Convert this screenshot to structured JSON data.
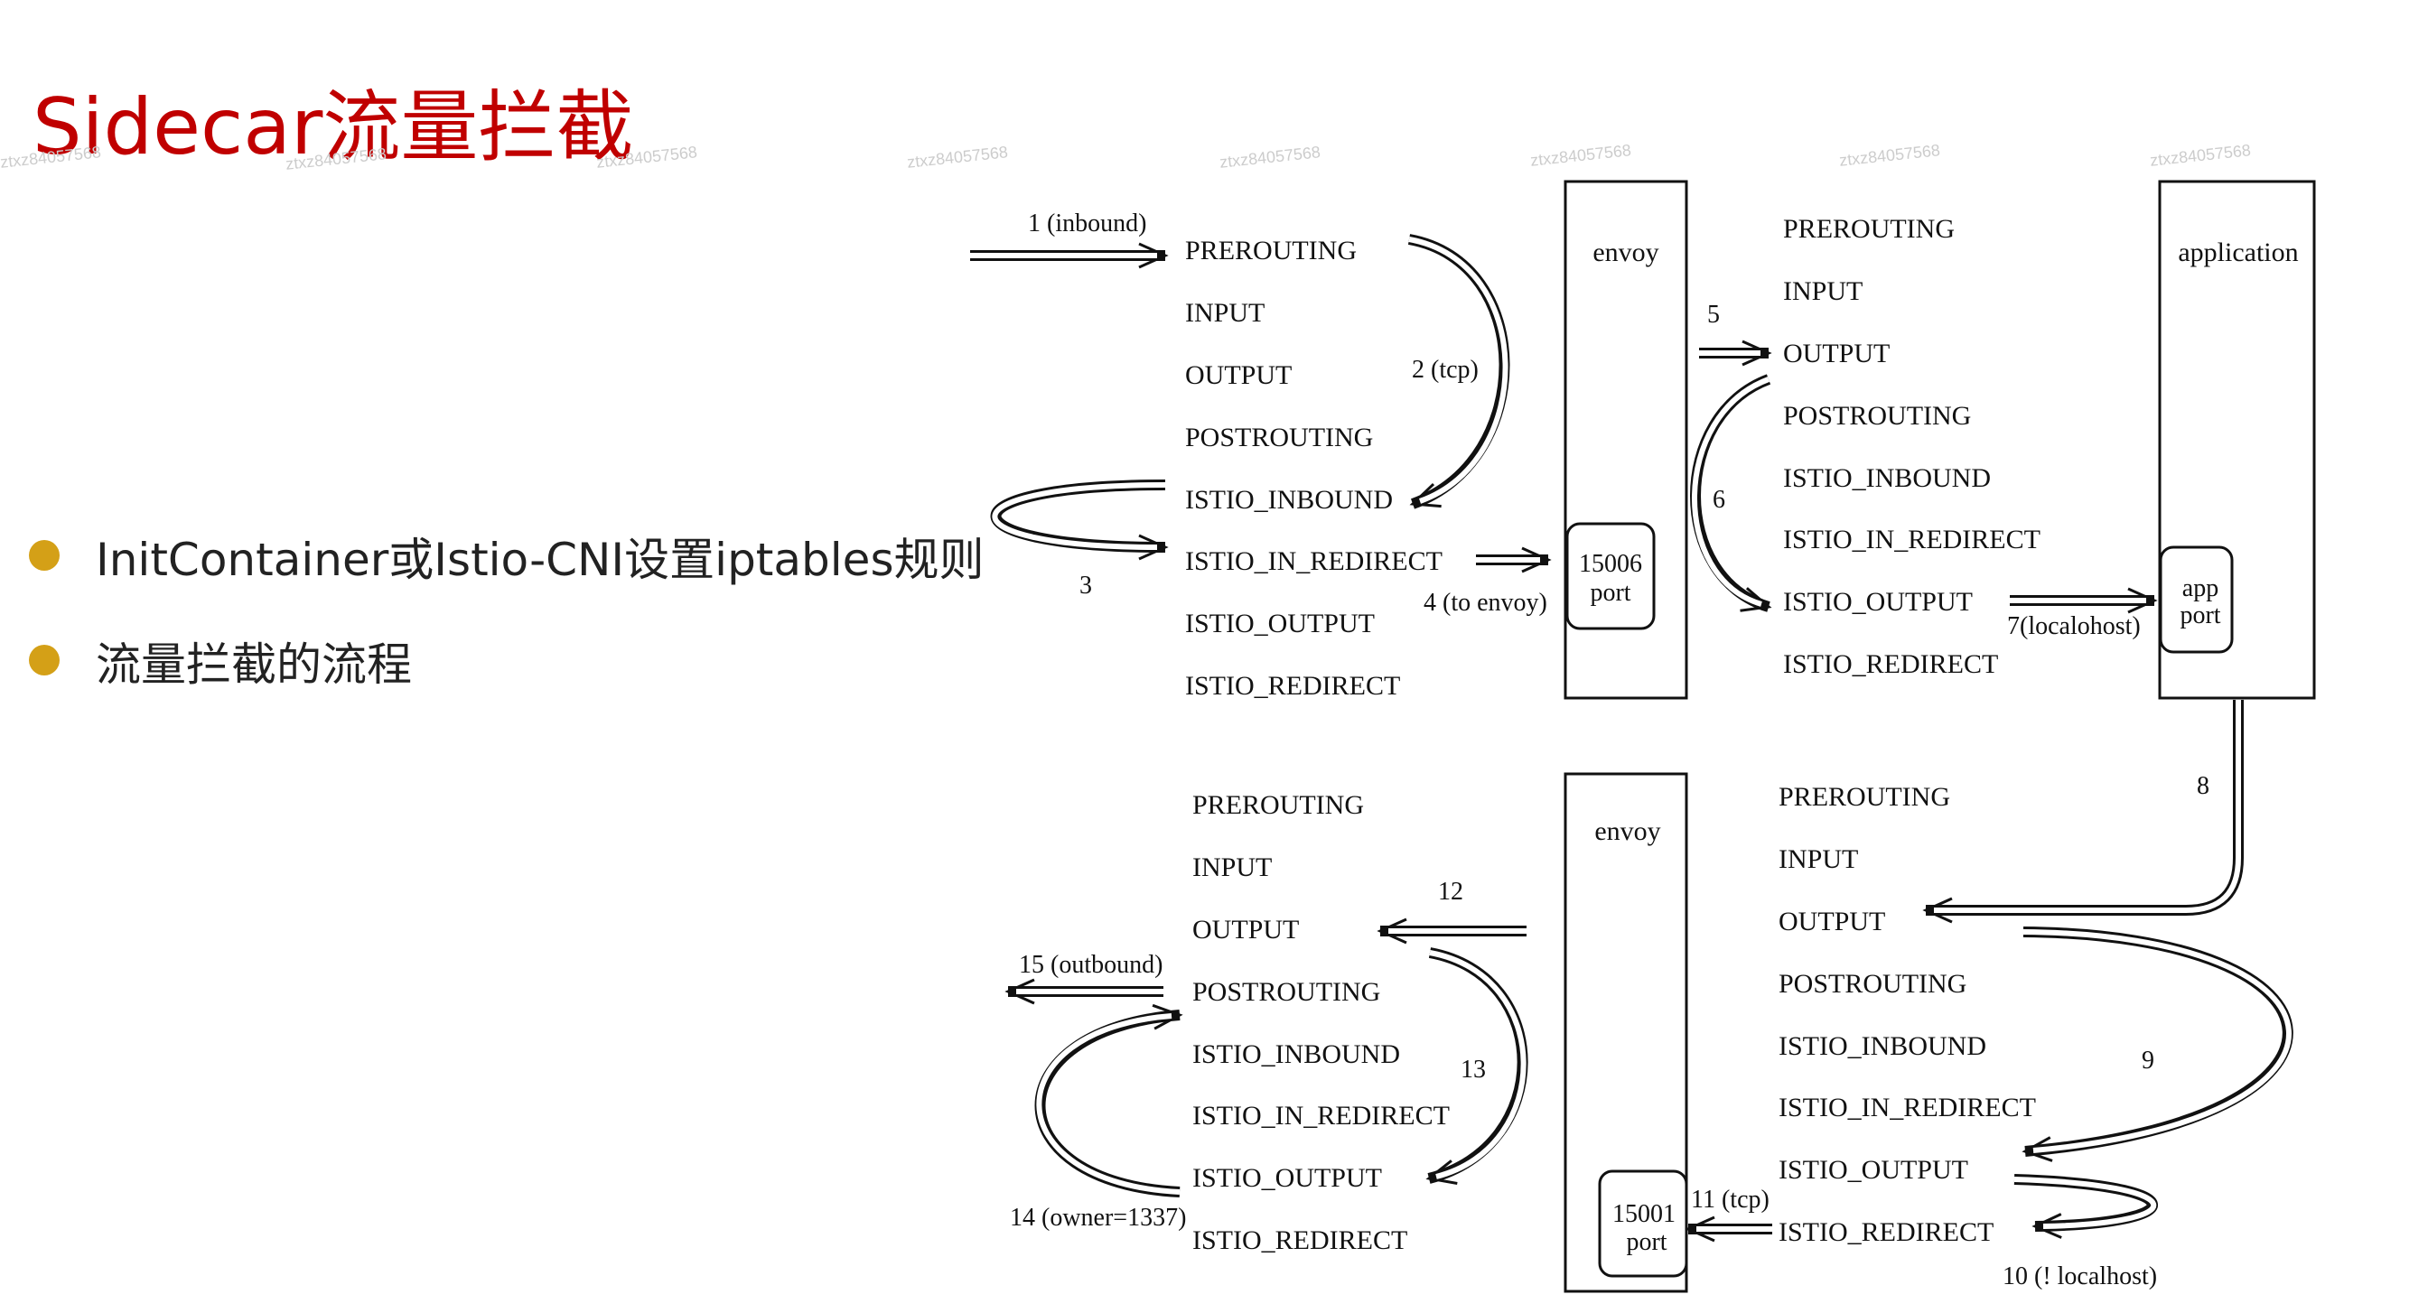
{
  "title": "Sidecar流量拦截",
  "bullets": [
    "InitContainer或Istio-CNI设置iptables规则",
    "流量拦截的流程"
  ],
  "watermark": "ztxz84057568",
  "chains": [
    "PREROUTING",
    "INPUT",
    "OUTPUT",
    "POSTROUTING",
    "ISTIO_INBOUND",
    "ISTIO_IN_REDIRECT",
    "ISTIO_OUTPUT",
    "ISTIO_REDIRECT"
  ],
  "boxes": {
    "envoy": "envoy",
    "application": "application",
    "port15006": [
      "15006",
      "port"
    ],
    "app_port": [
      "app",
      "port"
    ],
    "port15001": [
      "15001",
      "port"
    ]
  },
  "steps": {
    "s1": "1 (inbound)",
    "s2": "2 (tcp)",
    "s3": "3",
    "s4": "4 (to envoy)",
    "s5": "5",
    "s6": "6",
    "s7": "7(localohost)",
    "s8": "8",
    "s9": "9",
    "s10": "10 (! localhost)",
    "s11": "11 (tcp)",
    "s12": "12",
    "s13": "13",
    "s14": "14 (owner=1337)",
    "s15": "15 (outbound)"
  }
}
